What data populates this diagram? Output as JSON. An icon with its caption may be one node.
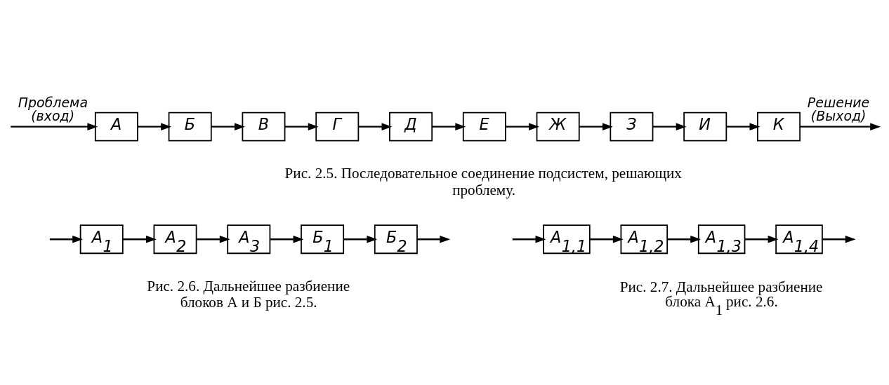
{
  "diagram": {
    "nodes": [
      {
        "text": [
          "А"
        ]
      },
      {
        "text": [
          "Б"
        ]
      },
      {
        "text": [
          "В"
        ]
      },
      {
        "text": [
          "Г"
        ]
      },
      {
        "text": [
          "Д"
        ]
      },
      {
        "text": [
          "Е"
        ]
      },
      {
        "text": [
          "Ж"
        ]
      },
      {
        "text": [
          "З"
        ]
      },
      {
        "text": [
          "И"
        ]
      },
      {
        "text": [
          "К"
        ]
      },
      {
        "text": [
          "А$_{1}$"
        ]
      },
      {
        "text": [
          "А$_{2}$"
        ]
      },
      {
        "text": [
          "А$_{3}$"
        ]
      },
      {
        "text": [
          "Б$_{1}$"
        ]
      },
      {
        "text": [
          "Б$_{2}$"
        ]
      },
      {
        "text": [
          "А$_{1,1}$"
        ]
      },
      {
        "text": [
          "А$_{1,2}$"
        ]
      },
      {
        "text": [
          "А$_{1,3}$"
        ]
      },
      {
        "text": [
          "А$_{1,4}$"
        ]
      }
    ],
    "edges": [
      {
        "from": null,
        "to": 0,
        "arrow": "to",
        "label": "Проблема (вход)"
      },
      {
        "from": 0,
        "to": 1,
        "arrow": "to"
      },
      {
        "from": 1,
        "to": 2,
        "arrow": "to"
      },
      {
        "from": 2,
        "to": 3,
        "arrow": "to"
      },
      {
        "from": 3,
        "to": 4,
        "arrow": "to"
      },
      {
        "from": 4,
        "to": 5,
        "arrow": "to"
      },
      {
        "from": 5,
        "to": 6,
        "arrow": "to"
      },
      {
        "from": 6,
        "to": 7,
        "arrow": "to"
      },
      {
        "from": 7,
        "to": 8,
        "arrow": "to"
      },
      {
        "from": 8,
        "to": 9,
        "arrow": "to"
      },
      {
        "from": 9,
        "to": null,
        "arrow": "to",
        "label": "Решение (Выход)"
      },
      {
        "from": null,
        "to": 10,
        "arrow": "to"
      },
      {
        "from": 10,
        "to": 11,
        "arrow": "to"
      },
      {
        "from": 11,
        "to": 12,
        "arrow": "to"
      },
      {
        "from": 12,
        "to": 13,
        "arrow": "to"
      },
      {
        "from": 13,
        "to": 14,
        "arrow": "to"
      },
      {
        "from": 14,
        "to": null,
        "arrow": "to"
      },
      {
        "from": null,
        "to": 15,
        "arrow": "to"
      },
      {
        "from": 15,
        "to": 16,
        "arrow": "to"
      },
      {
        "from": 16,
        "to": 17,
        "arrow": "to"
      },
      {
        "from": 17,
        "to": 18,
        "arrow": "to"
      },
      {
        "from": 18,
        "to": null,
        "arrow": "to"
      }
    ],
    "labels": [
      "Рис. 2.5. Последовательное соединение подсистем, решающих проблему.",
      "Рис. 2.6. Дальнейшее разбиение блоков А и Б рис. 2.5.",
      "Рис. 2.7. Дальнейшее разбиение блока А$_{1}$ рис. 2.6."
    ]
  }
}
